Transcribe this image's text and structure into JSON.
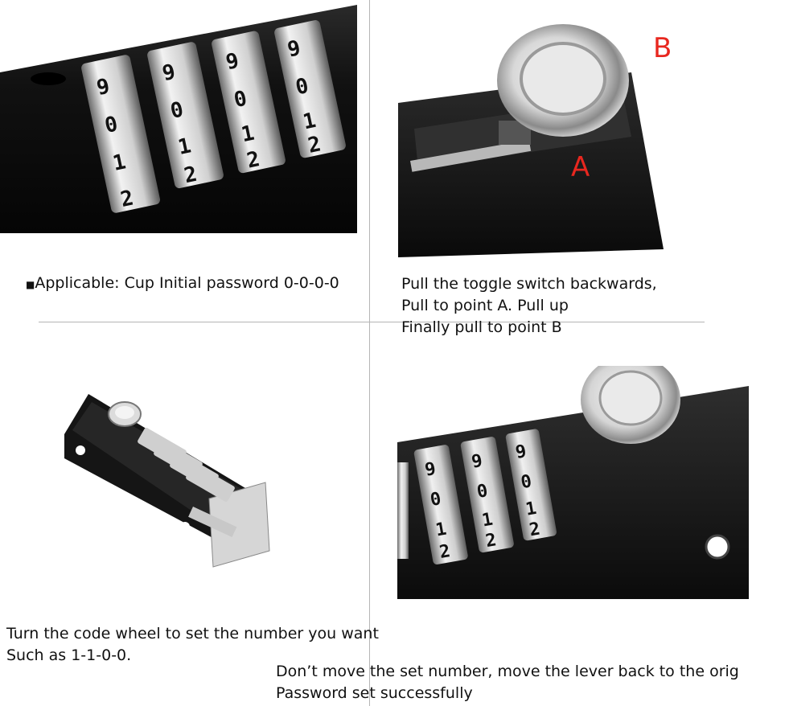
{
  "panel_top_left": {
    "caption_bullet": "■",
    "caption": "Applicable: Cup Initial password 0-0-0-0"
  },
  "panel_top_right": {
    "marker_a": "A",
    "marker_b": "B",
    "line1": "Pull the toggle switch backwards,",
    "line2": "Pull to point A. Pull up",
    "line3": "Finally pull to point B"
  },
  "panel_bottom_left": {
    "line1": "Turn the code wheel to set the number you want",
    "line2": "Such as 1-1-0-0."
  },
  "panel_bottom_right": {
    "line1": "Don’t move the set number, move the lever back to the orig",
    "line2": "Password set successfully"
  },
  "colors": {
    "lock_body": "#141414",
    "metal": "#c9c9c9",
    "marker": "#e8271f"
  },
  "icons": [
    "combination-dial-photo",
    "toggle-knob-photo",
    "lock-overview-photo",
    "code-set-photo"
  ]
}
